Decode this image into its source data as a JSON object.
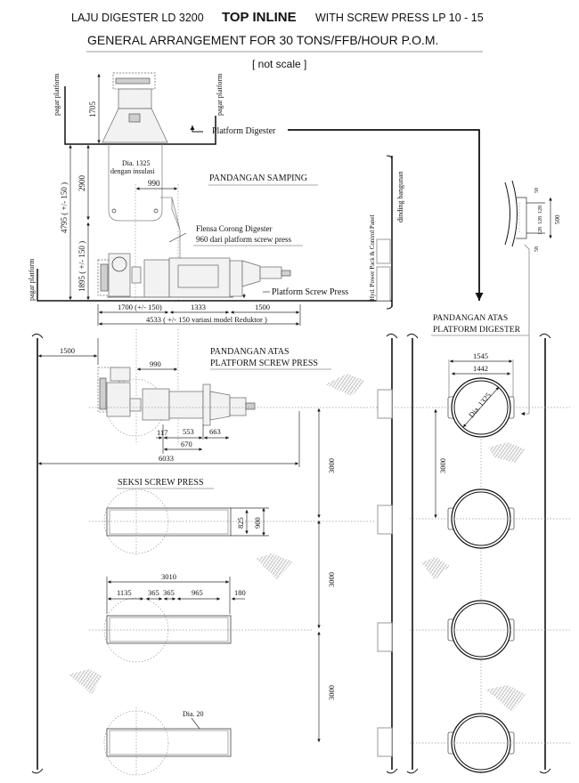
{
  "title": {
    "line1_a": "LAJU DIGESTER LD 3200",
    "line1_b": "TOP INLINE",
    "line1_c": "WITH SCREW PRESS LP 10 - 15",
    "line2": "GENERAL ARRANGEMENT FOR 30 TONS/FFB/HOUR  P.O.M.",
    "scale_note": "[ not scale ]"
  },
  "side_view": {
    "heading": "PANDANGAN SAMPING",
    "pagar_platform": "pagar platform",
    "platform_digester": "Platform Digester",
    "platform_screw_press": "Platform Screw Press",
    "dia_label": "Dia. 1325",
    "dia_note": "dengan  insulasi",
    "flensa_line1": "Flensa Corong Digester",
    "flensa_line2": "960 dari platform screw press",
    "hyd_panel": "Hyd. Power Pack & Control Panel",
    "wall": "dinding bangunan",
    "dims": {
      "h_total": "4795 ( +/- 150 )",
      "h_2900": "2900",
      "h_1895": "1895 ( +/- 150 )",
      "h_1705": "1705",
      "w_990": "990",
      "w_1700": "1700 (+/- 150)",
      "w_1333": "1333",
      "w_1500": "1500",
      "w_4533": "4533  ( +/- 150 variasi model Reduktor )"
    }
  },
  "flange_detail": {
    "d_58_top": "58",
    "d_128_a": "128",
    "d_128_b": "128",
    "d_128_c": "128",
    "d_58_bottom": "58",
    "d_500": "500"
  },
  "top_view_screw_press": {
    "heading_line1": "PANDANGAN ATAS",
    "heading_line2": "PLATFORM SCREW PRESS",
    "dims": {
      "w_1500": "1500",
      "w_990": "990",
      "w_117": "117",
      "w_553": "553",
      "w_663": "663",
      "w_670": "670",
      "w_6033": "6033",
      "pitch_1": "3000",
      "pitch_2": "3000",
      "pitch_3": "3000"
    }
  },
  "top_view_digester": {
    "heading_line1": "PANDANGAN ATAS",
    "heading_line2": "PLATFORM DIGESTER",
    "dims": {
      "w_1545": "1545",
      "w_1442": "1442",
      "dia": "Dia. 1325",
      "pitch": "3000"
    }
  },
  "section": {
    "heading": "SEKSI SCREW PRESS",
    "dims": {
      "h_825": "825",
      "h_900": "900",
      "w_3010": "3010",
      "w_1135": "1135",
      "w_365_a": "365",
      "w_365_b": "365",
      "w_965": "965",
      "w_180": "180",
      "dia_20": "Dia. 20"
    }
  }
}
